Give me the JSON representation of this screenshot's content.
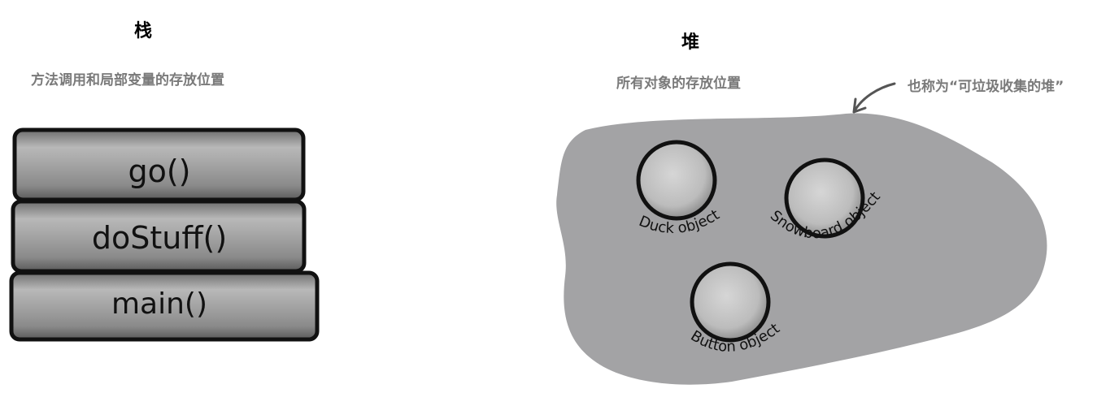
{
  "stack": {
    "title": "栈",
    "subtitle": "方法调用和局部变量的存放位置",
    "frames": [
      "go()",
      "doStuff()",
      "main()"
    ]
  },
  "heap": {
    "title": "堆",
    "subtitle": "所有对象的存放位置",
    "note": "也称为“可垃圾收集的堆”",
    "objects": [
      "Duck object",
      "Snowboard object",
      "Button object"
    ]
  },
  "colors": {
    "heap_fill": "#a3a3a5",
    "frame_fill": "#9d9d9d",
    "object_fill": "#c4c4c4",
    "label_gray": "#7a7a7a"
  }
}
